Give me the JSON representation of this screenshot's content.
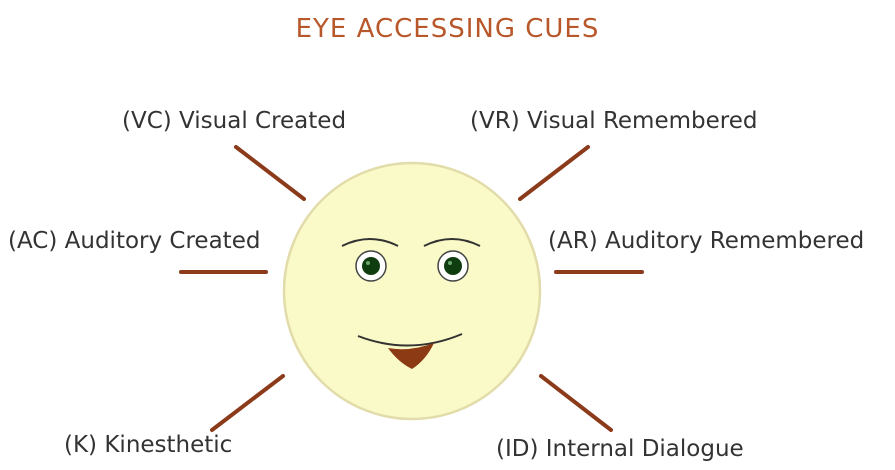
{
  "title": "EYE ACCESSING CUES",
  "cues": {
    "visual_created": "(VC) Visual Created",
    "visual_remembered": "(VR) Visual Remembered",
    "auditory_created": "(AC) Auditory Created",
    "auditory_remembered": "(AR) Auditory Remembered",
    "kinesthetic": "(K) Kinesthetic",
    "internal_dialogue": "(ID) Internal Dialogue"
  },
  "colors": {
    "title": "#b8572a",
    "ray": "#8b3a1a",
    "face_fill": "#fafac8",
    "face_stroke": "#e2dcaa",
    "pupil": "#0f3d0f",
    "tongue": "#8b3a14",
    "label": "#333333"
  }
}
